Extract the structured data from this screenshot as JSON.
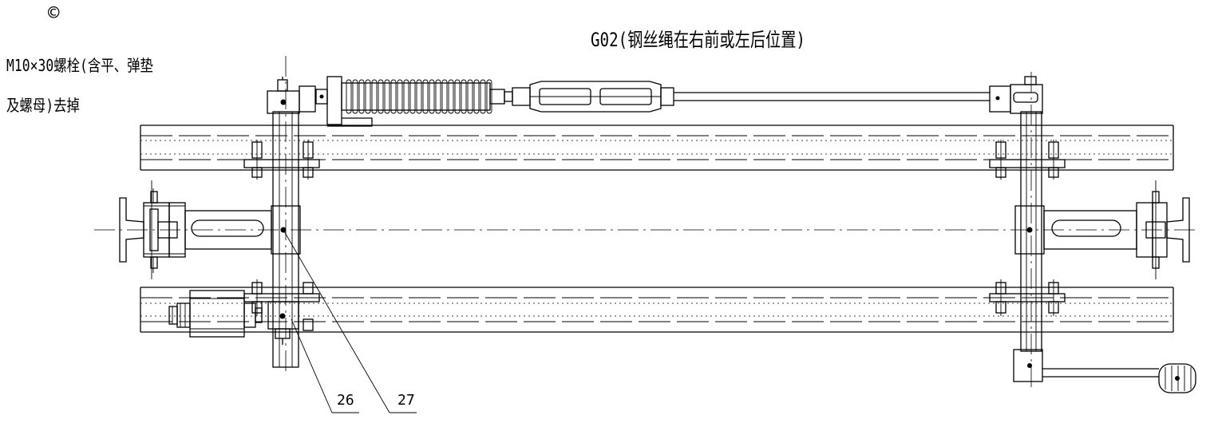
{
  "drawing": {
    "title": "G02(钢丝绳在右前或左后位置)",
    "note_marker": "©",
    "note_line1": "M10×30螺栓(含平、弹垫",
    "note_line2": "及螺母)去掉",
    "callouts": [
      "26",
      "27"
    ]
  }
}
